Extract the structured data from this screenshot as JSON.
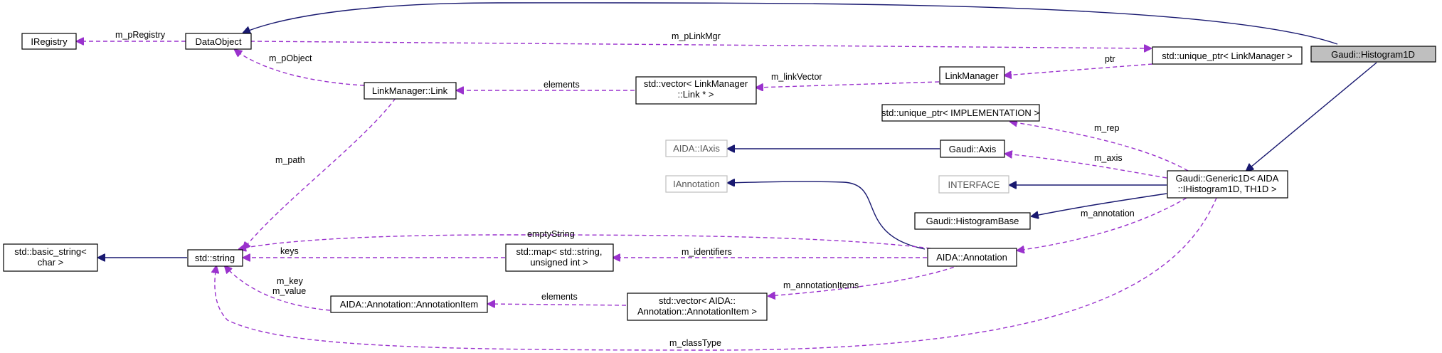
{
  "colors": {
    "inherit": "#191970",
    "use": "#9a32cd",
    "focus_fill": "#bfbfbf",
    "undocumented_border": "#bfbfbf"
  },
  "nodes": {
    "histogram1d": [
      "Gaudi::Histogram1D"
    ],
    "iregistry": [
      "IRegistry"
    ],
    "dataobject": [
      "DataObject"
    ],
    "unique_ptr_linkmgr": [
      "std::unique_ptr< LinkManager >"
    ],
    "linkmanager": [
      "LinkManager"
    ],
    "linkmanager_link": [
      "LinkManager::Link"
    ],
    "vector_link": [
      "std::vector< LinkManager",
      "::Link * >"
    ],
    "unique_ptr_impl": [
      "std::unique_ptr< IMPLEMENTATION >"
    ],
    "aida_iaxis": [
      "AIDA::IAxis"
    ],
    "gaudi_axis": [
      "Gaudi::Axis"
    ],
    "generic1d": [
      "Gaudi::Generic1D< AIDA",
      "::IHistogram1D, TH1D >"
    ],
    "interface": [
      "INTERFACE"
    ],
    "iannotation": [
      "IAnnotation"
    ],
    "histogrambase": [
      "Gaudi::HistogramBase"
    ],
    "basic_string": [
      "std::basic_string<",
      "char >"
    ],
    "std_string": [
      "std::string"
    ],
    "std_map": [
      "std::map< std::string,",
      "unsigned int >"
    ],
    "aida_annotation": [
      "AIDA::Annotation"
    ],
    "annotation_item": [
      "AIDA::Annotation::AnnotationItem"
    ],
    "vector_annotation_item": [
      "std::vector< AIDA::",
      "Annotation::AnnotationItem >"
    ]
  },
  "edge_labels": {
    "m_pRegistry": "m_pRegistry",
    "m_pLinkMgr": "m_pLinkMgr",
    "ptr": "ptr",
    "m_pObject": "m_pObject",
    "elements_link": "elements",
    "m_linkVector": "m_linkVector",
    "m_rep": "m_rep",
    "m_path": "m_path",
    "m_axis": "m_axis",
    "m_annotation": "m_annotation",
    "emptyString": "emptyString",
    "keys": "keys",
    "m_identifiers": "m_identifiers",
    "m_annotationItems": "m_annotationItems",
    "m_key": "m_key",
    "m_value": "m_value",
    "elements_item": "elements",
    "m_classType": "m_classType"
  }
}
